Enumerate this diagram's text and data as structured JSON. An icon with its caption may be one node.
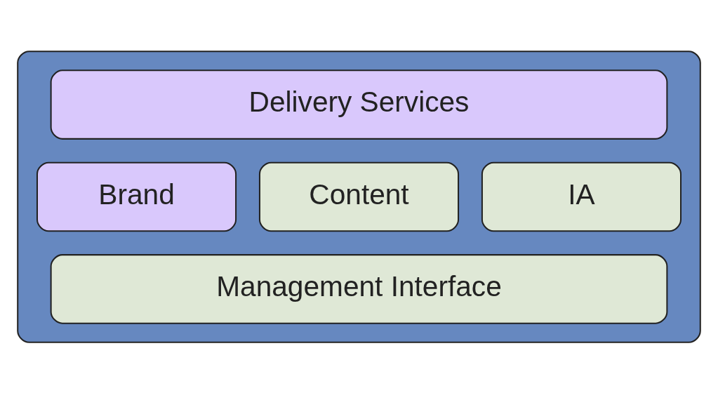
{
  "diagram": {
    "nodes": [
      {
        "text": [],
        "shape": "box"
      },
      {
        "text": [
          "Delivery Services"
        ],
        "in": 0
      },
      {
        "text": [
          "Brand"
        ],
        "in": 0
      },
      {
        "text": [
          "Content"
        ],
        "in": 0
      },
      {
        "text": [
          "IA"
        ],
        "in": 0
      },
      {
        "text": [
          "Management Interface"
        ],
        "in": 0
      }
    ],
    "edges": []
  }
}
